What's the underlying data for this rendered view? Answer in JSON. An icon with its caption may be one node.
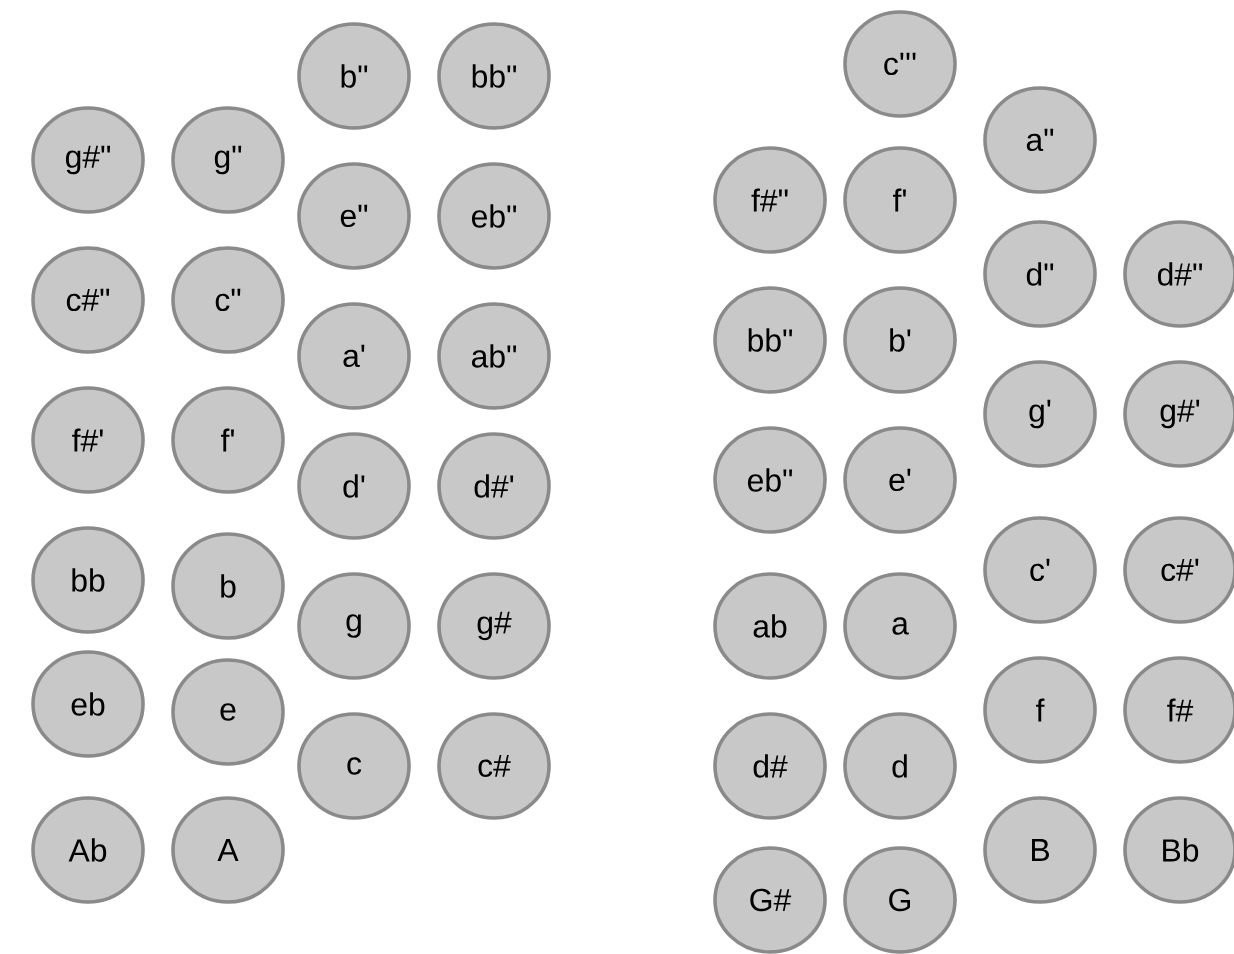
{
  "diagram": {
    "nodes": [
      {
        "text": [
          "g#\""
        ]
      },
      {
        "text": [
          "c#\""
        ]
      },
      {
        "text": [
          "f#'"
        ]
      },
      {
        "text": [
          "bb"
        ]
      },
      {
        "text": [
          "eb"
        ]
      },
      {
        "text": [
          "Ab"
        ]
      },
      {
        "text": [
          "g\""
        ]
      },
      {
        "text": [
          "c\""
        ]
      },
      {
        "text": [
          "f'"
        ]
      },
      {
        "text": [
          "b"
        ]
      },
      {
        "text": [
          "e"
        ]
      },
      {
        "text": [
          "A"
        ]
      },
      {
        "text": [
          "b\""
        ]
      },
      {
        "text": [
          "e\""
        ]
      },
      {
        "text": [
          "a'"
        ]
      },
      {
        "text": [
          "d'"
        ]
      },
      {
        "text": [
          "g"
        ]
      },
      {
        "text": [
          "c"
        ]
      },
      {
        "text": [
          "bb\""
        ]
      },
      {
        "text": [
          "eb\""
        ]
      },
      {
        "text": [
          "ab\""
        ]
      },
      {
        "text": [
          "d#'"
        ]
      },
      {
        "text": [
          "g#"
        ]
      },
      {
        "text": [
          "c#"
        ]
      },
      {
        "text": [
          "f#\""
        ]
      },
      {
        "text": [
          "bb\""
        ]
      },
      {
        "text": [
          "eb\""
        ]
      },
      {
        "text": [
          "ab"
        ]
      },
      {
        "text": [
          "d#"
        ]
      },
      {
        "text": [
          "G#"
        ]
      },
      {
        "text": [
          "c'''"
        ]
      },
      {
        "text": [
          "f'"
        ]
      },
      {
        "text": [
          "b'"
        ]
      },
      {
        "text": [
          "e'"
        ]
      },
      {
        "text": [
          "a"
        ]
      },
      {
        "text": [
          "d"
        ]
      },
      {
        "text": [
          "G"
        ]
      },
      {
        "text": [
          "a\""
        ]
      },
      {
        "text": [
          "d\""
        ]
      },
      {
        "text": [
          "g'"
        ]
      },
      {
        "text": [
          "c'"
        ]
      },
      {
        "text": [
          "f"
        ]
      },
      {
        "text": [
          "B"
        ]
      },
      {
        "text": [
          "d#\""
        ]
      },
      {
        "text": [
          "g#'"
        ]
      },
      {
        "text": [
          "c#'"
        ]
      },
      {
        "text": [
          "f#"
        ]
      },
      {
        "text": [
          "Bb"
        ]
      }
    ]
  }
}
